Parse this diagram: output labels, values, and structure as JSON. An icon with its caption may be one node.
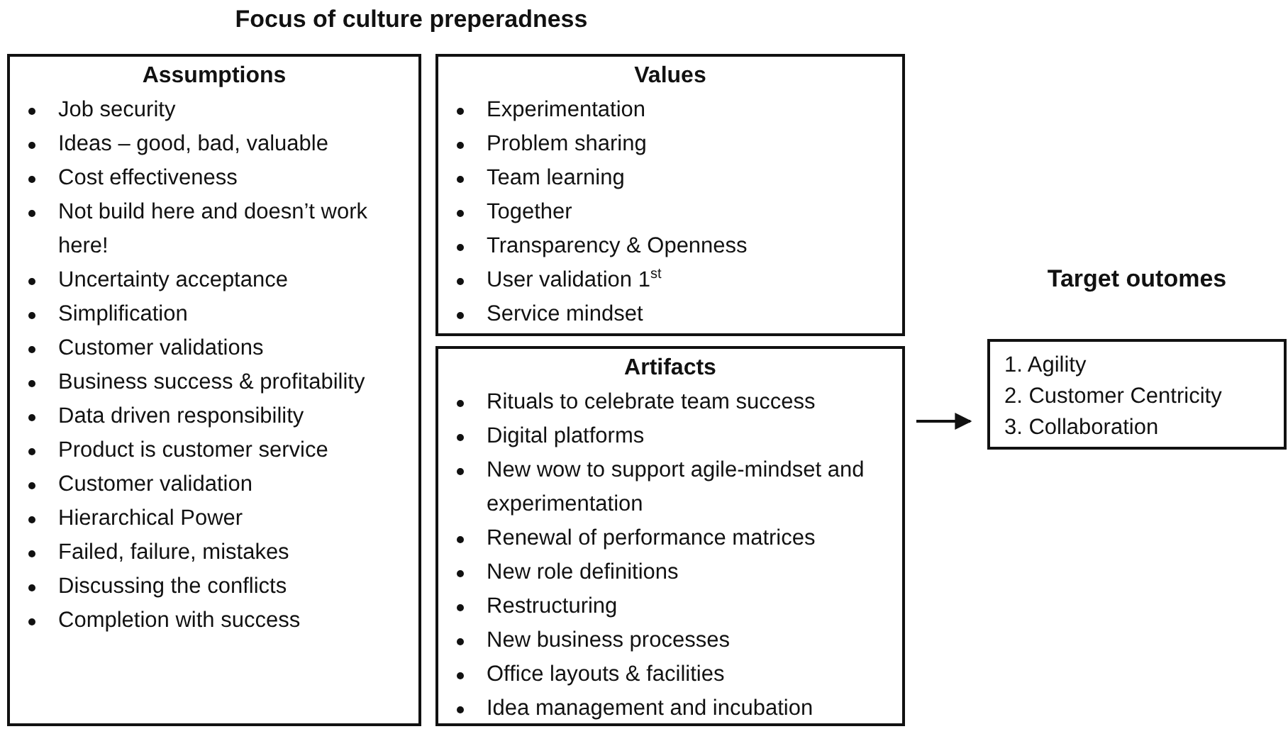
{
  "diagram": {
    "title": "Focus of culture preperadness",
    "nodes": [
      {
        "text": [
          "Assumptions",
          "Job security",
          "Ideas – good, bad, valuable",
          "Cost effectiveness",
          "Not build here and doesn’t work here!",
          "Uncertainty acceptance",
          "Simplification",
          "Customer validations",
          "Business success & profitability",
          "Data driven responsibility",
          "Product is customer service",
          "Customer validation",
          "Hierarchical Power",
          "Failed, failure, mistakes",
          "Discussing the conflicts",
          "Completion with success"
        ]
      },
      {
        "text": [
          "Values",
          "Experimentation",
          "Problem sharing",
          "Team learning",
          "Together",
          "Transparency & Openness",
          "User validation 1$^{st}$",
          "Service mindset"
        ]
      },
      {
        "text": [
          "Artifacts",
          "Rituals to celebrate team success",
          "Digital platforms",
          "New wow to support agile-mindset and experimentation",
          "Renewal of performance matrices",
          "New role definitions",
          "Restructuring",
          "New business processes",
          "Office layouts & facilities",
          "Idea management and incubation"
        ]
      },
      {
        "text": [
          "Target outomes",
          "1. Agility",
          "2. Customer Centricity",
          "3. Collaboration"
        ]
      }
    ],
    "edges": [
      {
        "from": 2,
        "to": 3,
        "arrow": "to"
      }
    ]
  }
}
